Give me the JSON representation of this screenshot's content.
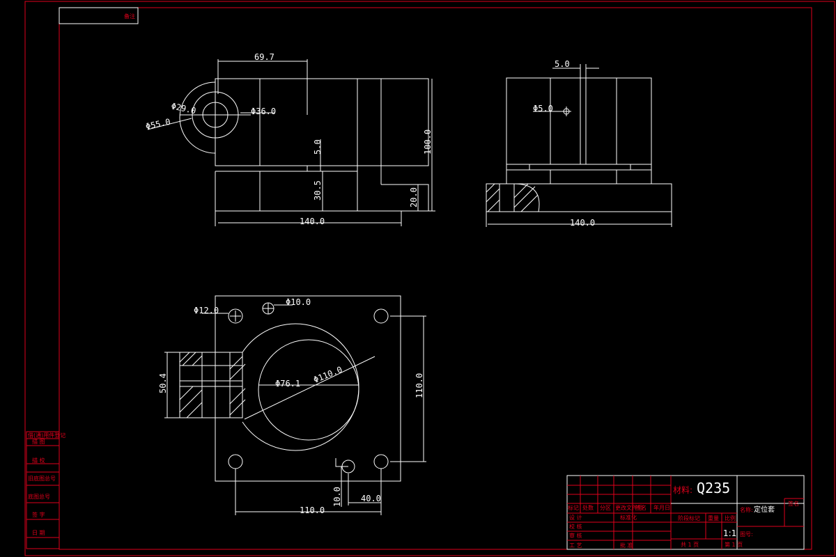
{
  "border_note": "备注",
  "material_label": "材料:",
  "material_value": "Q235",
  "name_label": "名称:",
  "part_name": "定位套",
  "scale_value": "1:1",
  "drawing_no_label": "图号:",
  "sheet_total": "共 1 页",
  "sheet_current": "第 1 页",
  "front_view": {
    "dims": [
      "69.7",
      "Φ29.0",
      "Φ36.0",
      "Φ55.0",
      "5.0",
      "100.0",
      "30.5",
      "20.0",
      "140.0"
    ]
  },
  "side_view": {
    "dims": [
      "5.0",
      "Φ5.0",
      "140.0"
    ]
  },
  "top_view": {
    "dims": [
      "Φ12.0",
      "Φ10.0",
      "50.4",
      "Φ76.1",
      "Φ110.0",
      "110.0",
      "10.0",
      "40.0",
      "110.0"
    ]
  },
  "left_stamp_rows": [
    "借(通)用件登记",
    "描 图",
    "描 校",
    "旧底图总号",
    "底图总号",
    "签 字",
    "日 期"
  ],
  "title_block": {
    "revision_headers": [
      "标记",
      "处数",
      "分区",
      "更改文件号",
      "签名",
      "年月日"
    ],
    "sign_rows": [
      "设 计",
      "校 核",
      "审 核",
      "工 艺"
    ],
    "standardize_label": "标准化",
    "approve_label": "批 准",
    "stage_headers": [
      "阶段标记",
      "重量",
      "比例"
    ],
    "top_right": "签名"
  }
}
